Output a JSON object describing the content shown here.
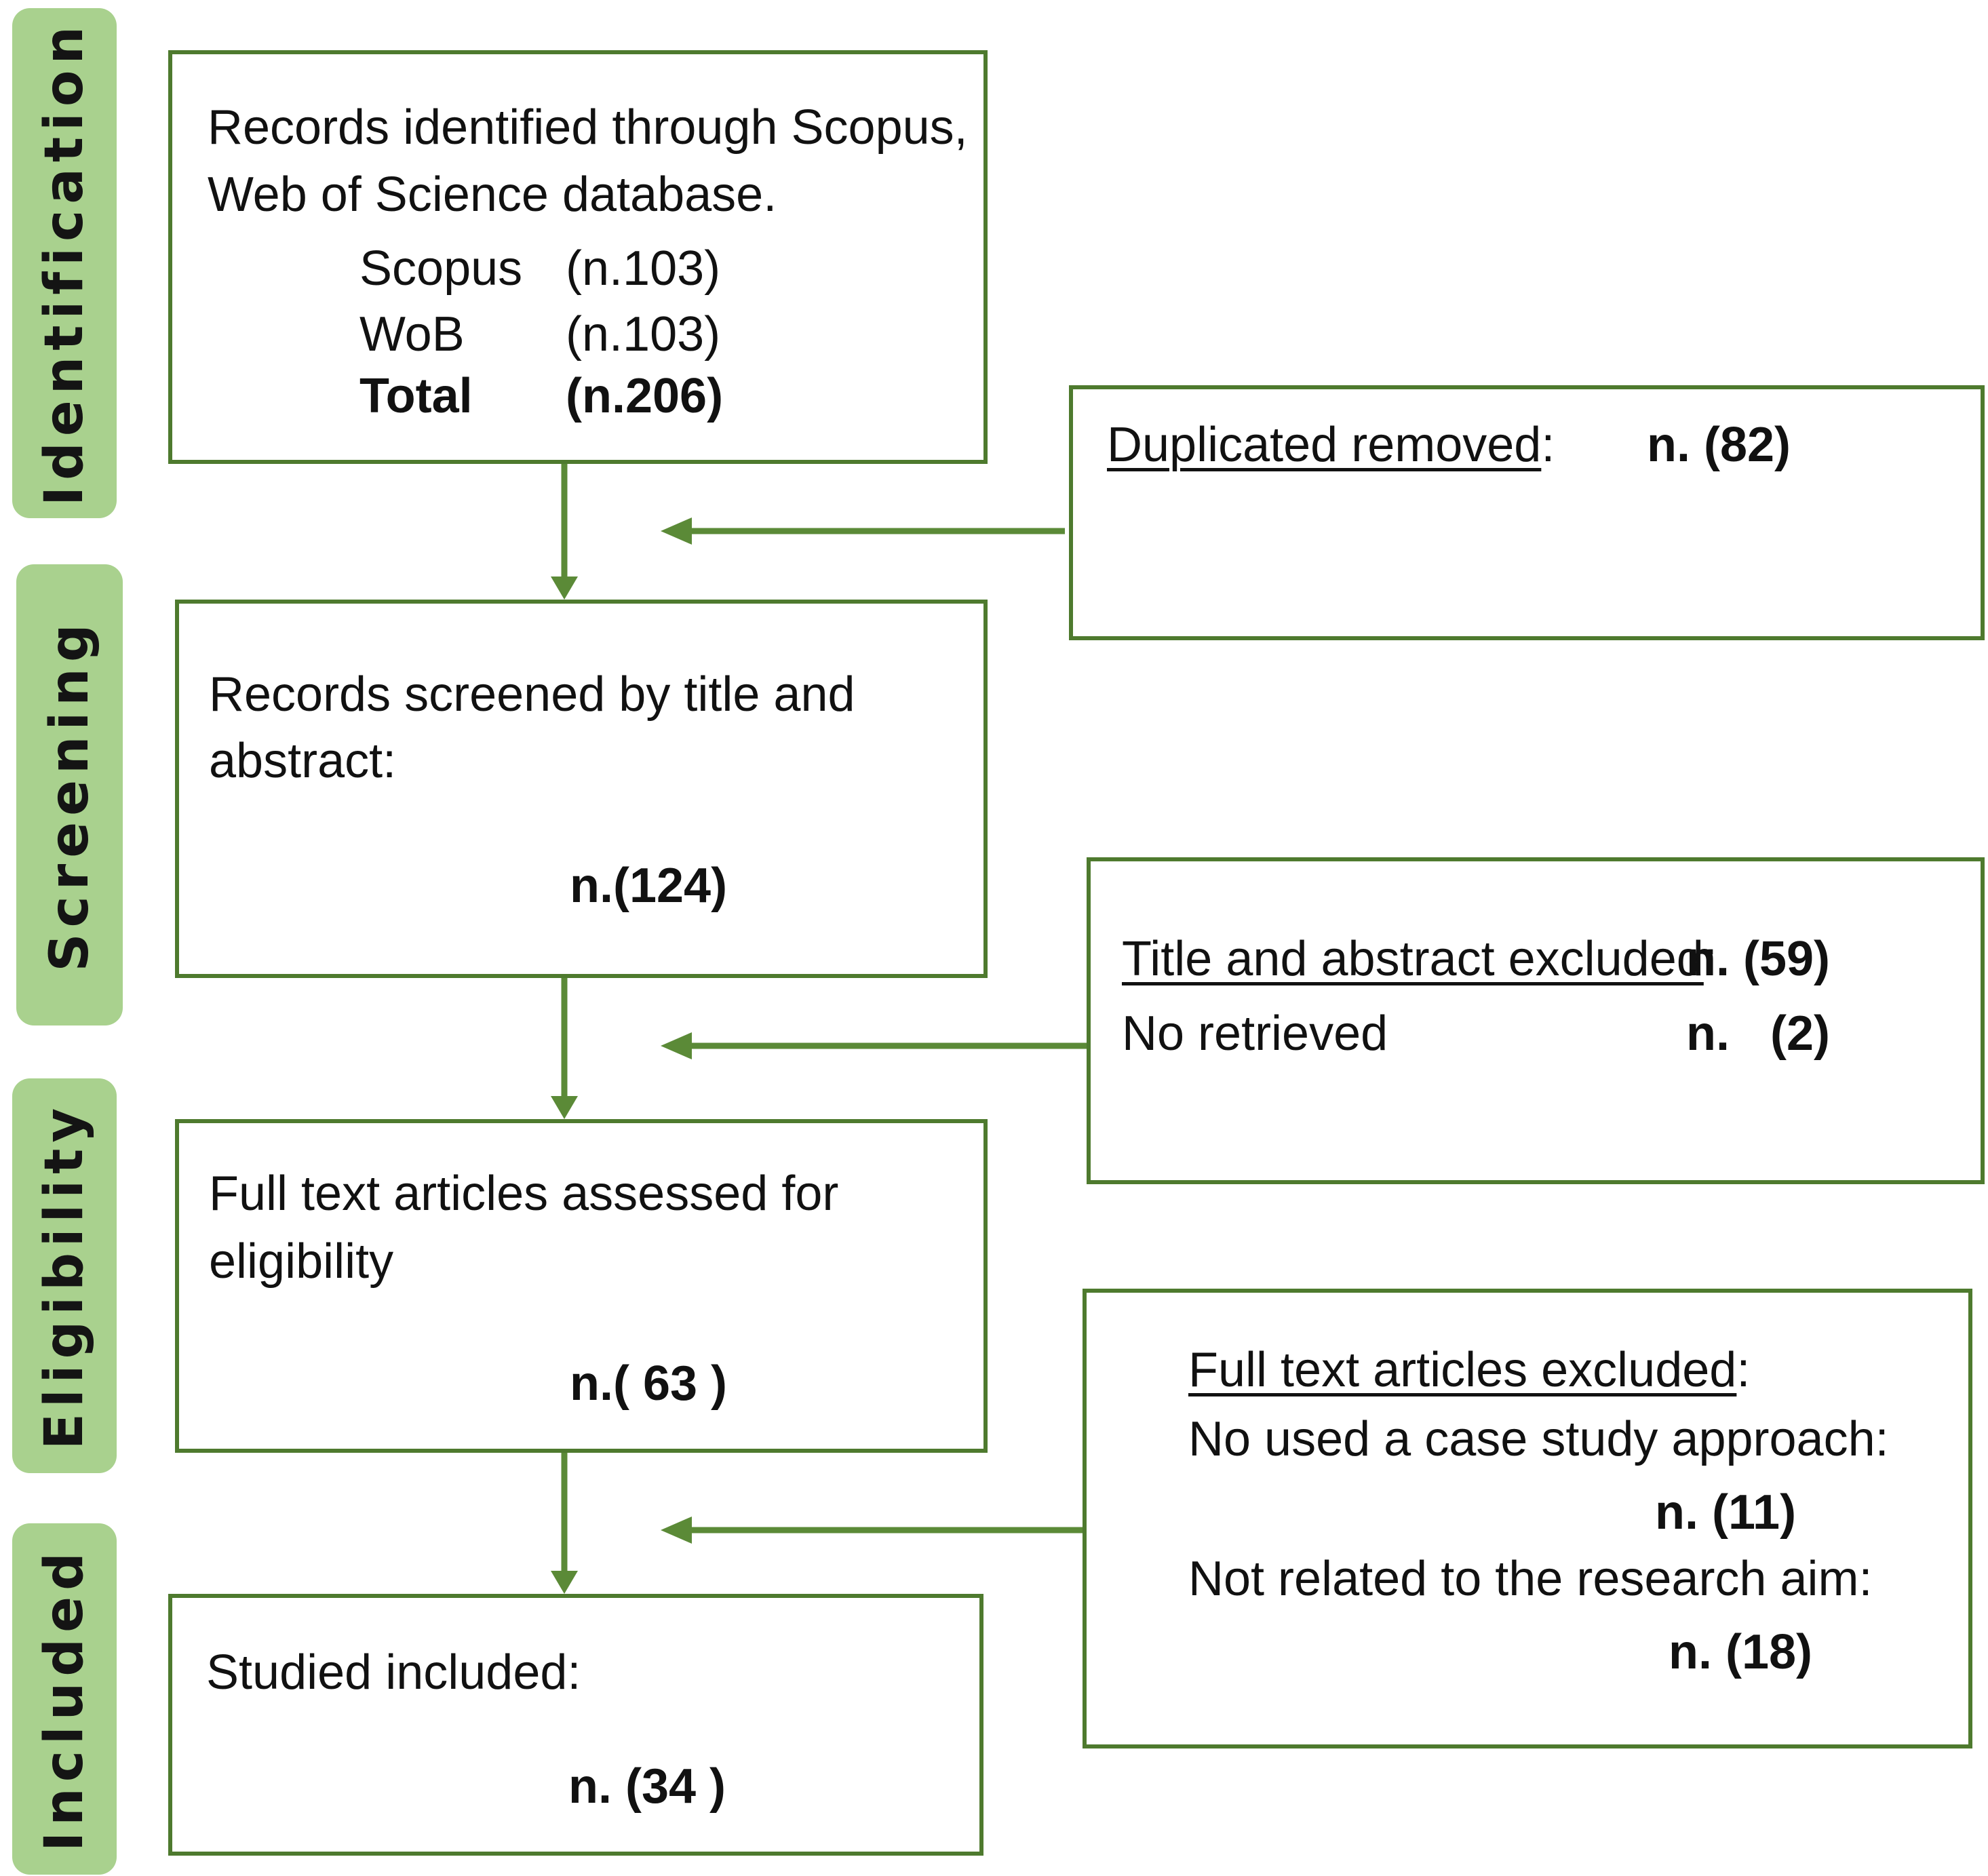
{
  "stages": {
    "identification": "Identification",
    "screening": "Screening",
    "eligibility": "Eligibility",
    "included": "Included"
  },
  "identification_box": {
    "line1": "Records identified through Scopus,",
    "line2": "Web of Science database.",
    "rows": [
      {
        "label": "Scopus",
        "value": "(n.103)"
      },
      {
        "label": "WoB",
        "value": "(n.103)"
      },
      {
        "label": "Total",
        "value": "(n.206)"
      }
    ]
  },
  "duplicates_box": {
    "label": "Duplicated removed",
    "colon": ":",
    "value": "n.  (82)"
  },
  "screening_box": {
    "line1": "Records screened by title and",
    "line2": "abstract:",
    "value": "n.(124)"
  },
  "screen_excluded_box": {
    "label": "Title and abstract excluded",
    "colon": ":",
    "value1": "n. (59)",
    "label2": "No retrieved",
    "value2": "n.   (2)"
  },
  "eligibility_box": {
    "line1": "Full text articles assessed for",
    "line2": "eligibility",
    "value": "n.( 63 )"
  },
  "fulltext_excluded_box": {
    "label": "Full text articles excluded",
    "colon": ":",
    "reason1": "No used a case study approach:",
    "value1": "n. (11)",
    "reason2": "Not related to the research aim:",
    "value2": "n. (18)"
  },
  "included_box": {
    "line1": "Studied included:",
    "value": "n. (34 )"
  },
  "colors": {
    "stage_fill": "#a9d18e",
    "border": "#4e7a2e",
    "arrow": "#5b8a37"
  }
}
